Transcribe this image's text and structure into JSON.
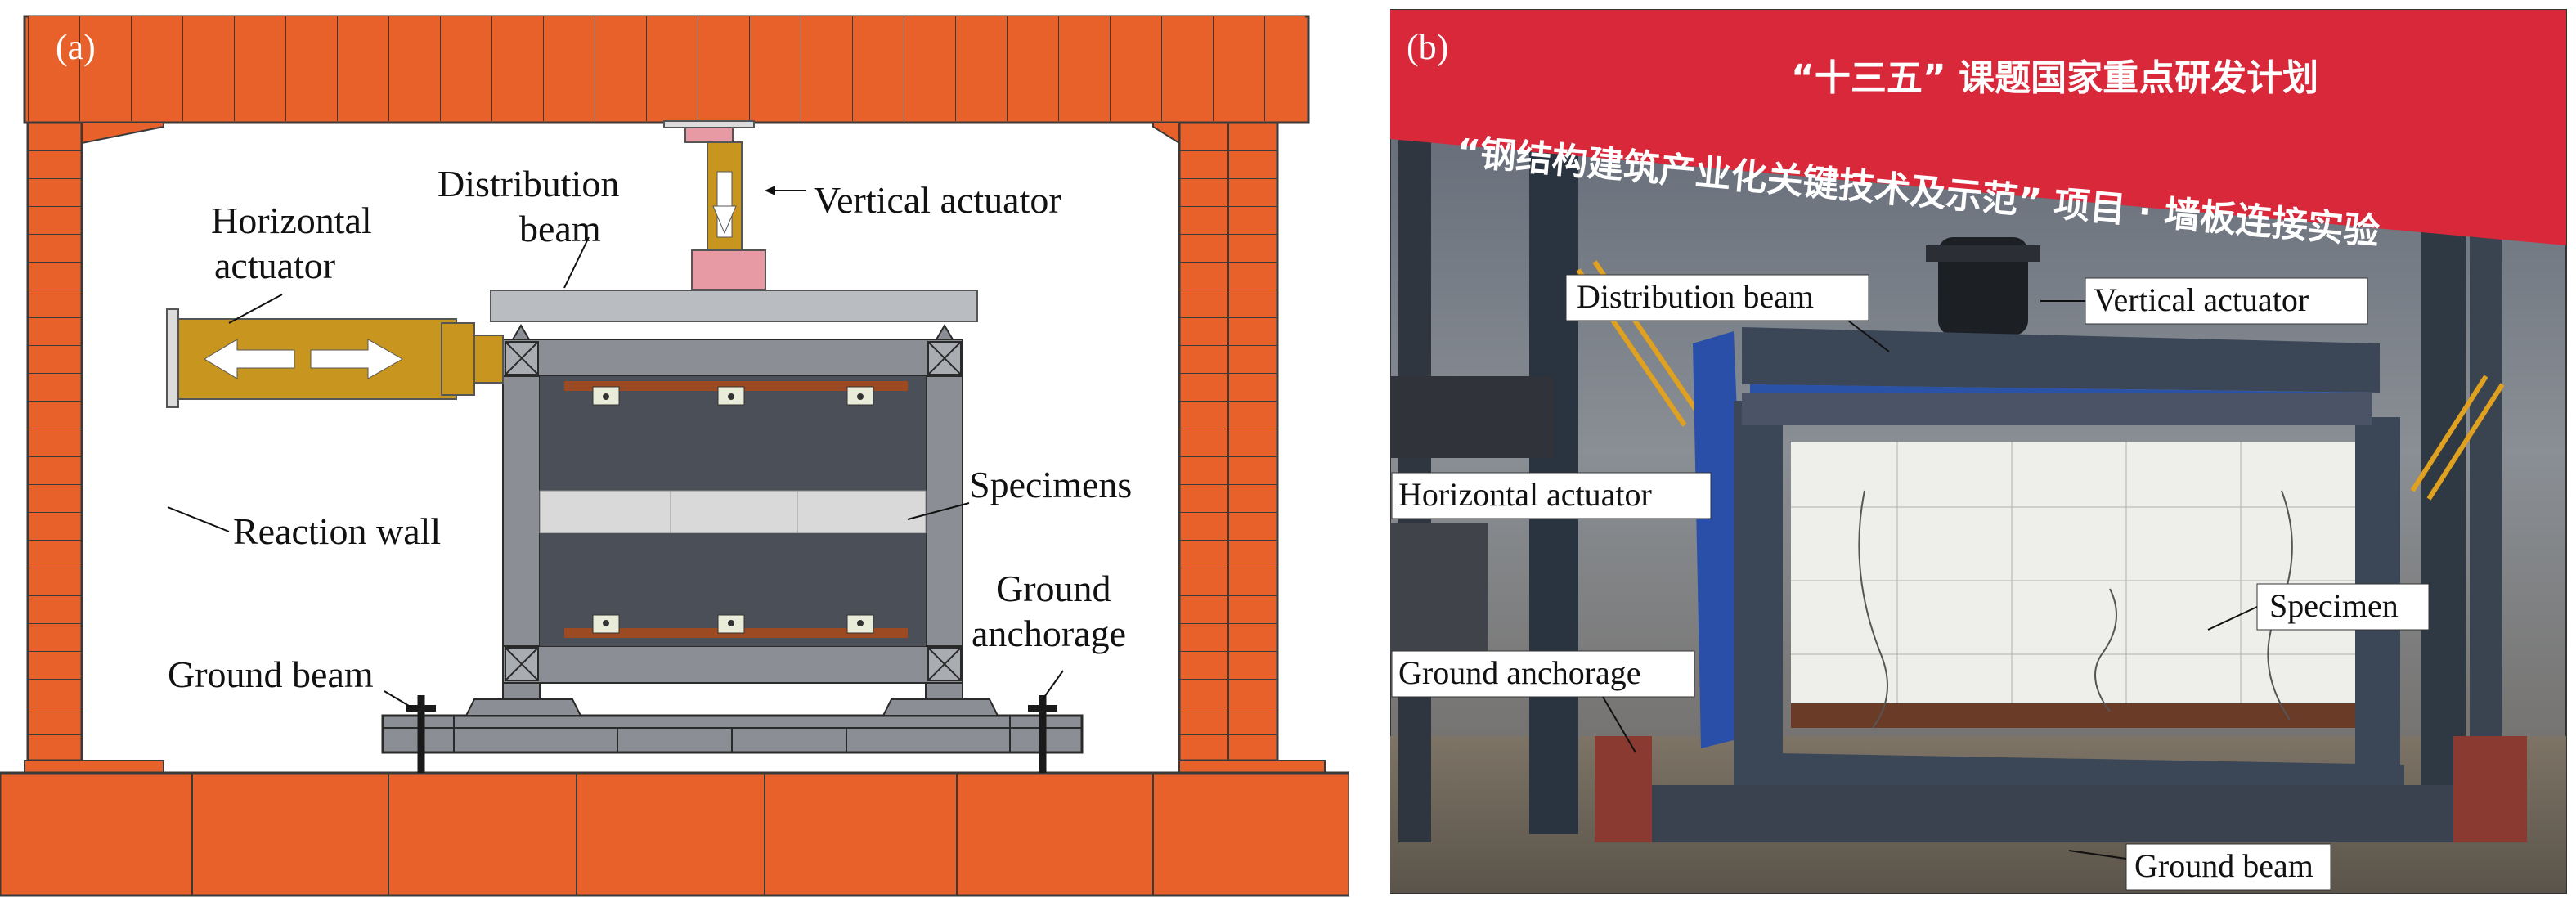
{
  "panel_a": {
    "tag": "(a)",
    "labels": {
      "vertical_actuator": "Vertical actuator",
      "distribution_beam_1": "Distribution",
      "distribution_beam_2": "beam",
      "horizontal_actuator_1": "Horizontal",
      "horizontal_actuator_2": "actuator",
      "reaction_wall": "Reaction wall",
      "specimens": "Specimens",
      "ground_anchorage_1": "Ground",
      "ground_anchorage_2": "anchorage",
      "ground_beam": "Ground beam"
    },
    "colors": {
      "brick": "#e8612a",
      "mortar": "#3a3a3a",
      "steel_dark": "#4b4f58",
      "steel_frame": "#8b8e94",
      "beam_light": "#b9bcc0",
      "actuator": "#c8961e",
      "jack_pink": "#e79aa4",
      "wood": "#9c4a22",
      "specimen_light": "#d9d9d9"
    }
  },
  "panel_b": {
    "tag": "(b)",
    "banner_line_1": "“十三五” 课题国家重点研发计划",
    "banner_line_2": "“钢结构建筑产业化关键技术及示范” 项目 · 墙板连接实验",
    "labels": {
      "distribution_beam": "Distribution beam",
      "vertical_actuator": "Vertical actuator",
      "horizontal_actuator": "Horizontal actuator",
      "specimen": "Specimen",
      "ground_anchorage": "Ground anchorage",
      "ground_beam": "Ground beam"
    },
    "colors": {
      "banner": "#d8283a",
      "steel": "#3b4656",
      "panel_white": "#eeeeea",
      "blue_sheet": "#2a4fa8",
      "yellow_stairs": "#e0a020"
    }
  }
}
